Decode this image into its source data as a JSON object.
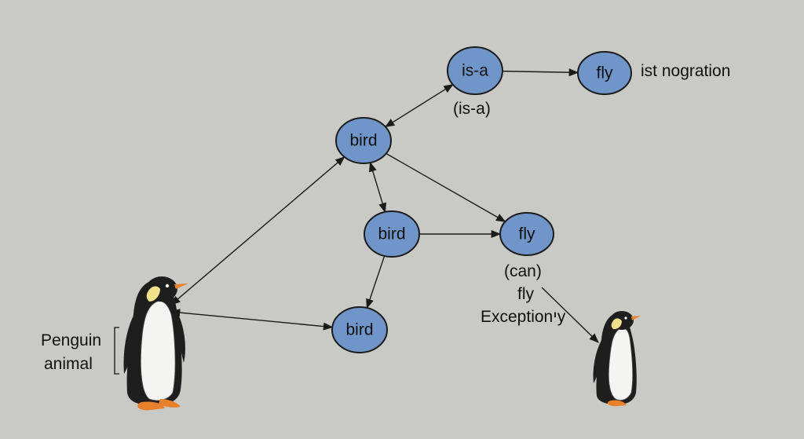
{
  "colors": {
    "background": "#c9c9c6",
    "node_fill": "#6f95c9",
    "node_stroke": "#1c1c1c",
    "text": "#111111"
  },
  "nodes": [
    {
      "id": "is-a-top",
      "label": "is-a"
    },
    {
      "id": "fly-top",
      "label": "fly"
    },
    {
      "id": "bird-upper",
      "label": "bird"
    },
    {
      "id": "bird-middle",
      "label": "bird"
    },
    {
      "id": "fly-middle",
      "label": "fly"
    },
    {
      "id": "bird-lower",
      "label": "bird"
    }
  ],
  "edges": [
    {
      "from": "is-a-top",
      "to": "fly-top",
      "direction": "forward"
    },
    {
      "from": "bird-upper",
      "to": "is-a-top",
      "direction": "both"
    },
    {
      "from": "bird-upper",
      "to": "fly-middle",
      "direction": "forward"
    },
    {
      "from": "bird-upper",
      "to": "bird-middle",
      "direction": "both"
    },
    {
      "from": "bird-middle",
      "to": "fly-middle",
      "direction": "forward"
    },
    {
      "from": "bird-middle",
      "to": "bird-lower",
      "direction": "forward"
    },
    {
      "from": "penguin-left",
      "to": "bird-upper",
      "direction": "both"
    },
    {
      "from": "penguin-left",
      "to": "bird-lower",
      "direction": "both"
    },
    {
      "from": "exception-label",
      "to": "penguin-right",
      "direction": "forward"
    }
  ],
  "labels": {
    "top_right": "ist nogration",
    "is_a_paren": "(is-a)",
    "can_paren": "(can)",
    "fly_word": "fly",
    "exception": "Exceptionיy",
    "penguin_line1": "Penguin",
    "penguin_line2": "animal"
  },
  "icons": {
    "left_figure": "penguin-illustration",
    "right_figure": "penguin-illustration"
  }
}
